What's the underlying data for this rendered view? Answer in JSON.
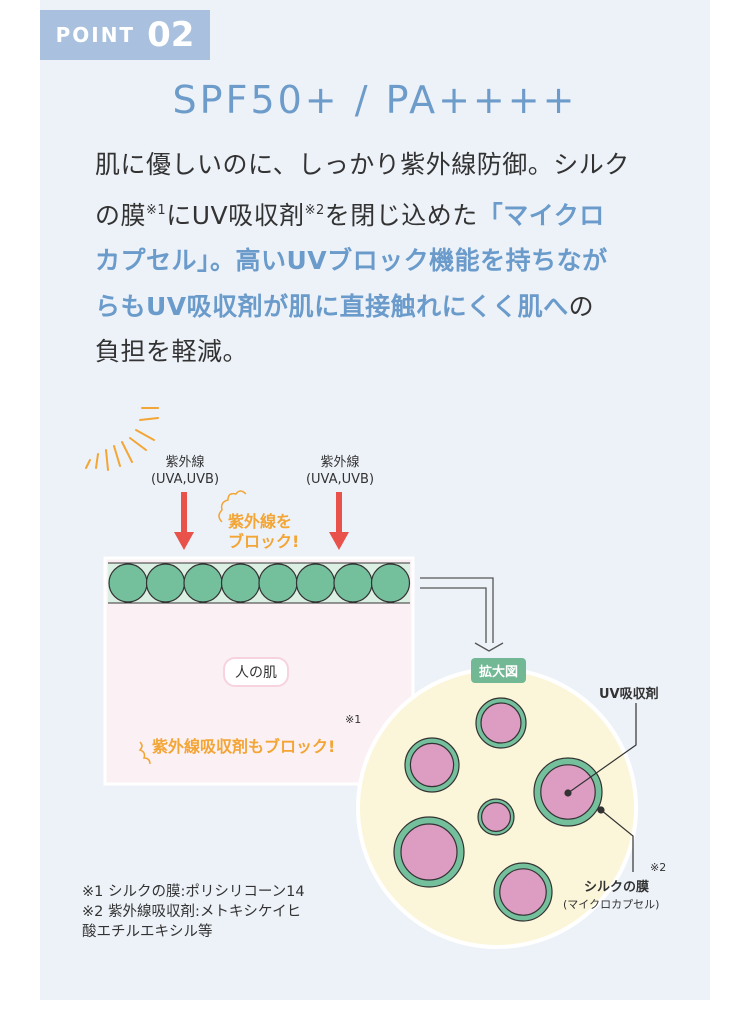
{
  "point": {
    "label": "POINT",
    "number": "02"
  },
  "title": "SPF50+ / PA++++",
  "body_lines": [
    [
      {
        "t": "肌に優しいのに、しっかり紫外線防御。シルク"
      }
    ],
    [
      {
        "t": "の膜"
      },
      {
        "t": "※1",
        "sup": true
      },
      {
        "t": "にUV吸収剤"
      },
      {
        "t": "※2",
        "sup": true
      },
      {
        "t": "を閉じ込めた"
      },
      {
        "t": "「マイクロ",
        "blue": true
      }
    ],
    [
      {
        "t": "カプセル」。高いUVブロック機能を持ちなが",
        "blue": true
      }
    ],
    [
      {
        "t": "らもUV吸収剤が肌に直接触れにくく肌へ",
        "blue": true
      },
      {
        "t": "の"
      }
    ],
    [
      {
        "t": "負担を軽減。"
      }
    ]
  ],
  "diagram": {
    "uv_label": "紫外線",
    "uv_sub": "(UVA,UVB)",
    "block1": "紫外線を",
    "block2": "ブロック!",
    "skin": "人の肌",
    "note1": "※1",
    "block_absorber": "紫外線吸収剤もブロック!",
    "zoom_label": "拡大図",
    "uv_absorber": "UV吸収剤",
    "note2": "※2",
    "silk": "シルクの膜",
    "silk_sub": "(マイクロカプセル)"
  },
  "notes": [
    "※1 シルクの膜:ポリシリコーン14",
    "※2 紫外線吸収剤:メトキシケイヒ",
    "酸エチルエキシル等"
  ],
  "colors": {
    "accent": "#6a9bcb",
    "green": "#74bf9c",
    "arrow": "#e8524a",
    "orange": "#f3a535"
  }
}
